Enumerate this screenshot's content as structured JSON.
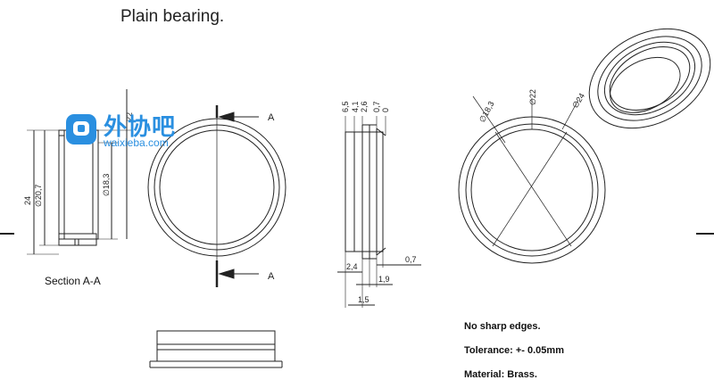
{
  "title": "Plain bearing.",
  "section_label": "Section A-A",
  "section_markers": [
    "A",
    "A"
  ],
  "dims_left": {
    "d1": "24",
    "d2": "∅20,7",
    "d3": "∅18,3",
    "d4": "22"
  },
  "dims_side_top": [
    "6,5",
    "4,1",
    "2,6",
    "0,7",
    "0"
  ],
  "dims_side_bottom": {
    "w1": "2,4",
    "w2": "0,7",
    "w3": "1,9",
    "w4": "1,5"
  },
  "dims_circle": {
    "d1": "∅18,3",
    "d2": "∅22",
    "d3": "∅24"
  },
  "notes": [
    "No sharp edges.",
    "Tolerance: +- 0.05mm",
    "Material: Brass."
  ],
  "watermark": {
    "text": "外协吧",
    "url": "waixieba.com",
    "color": "#2a8fe0"
  }
}
